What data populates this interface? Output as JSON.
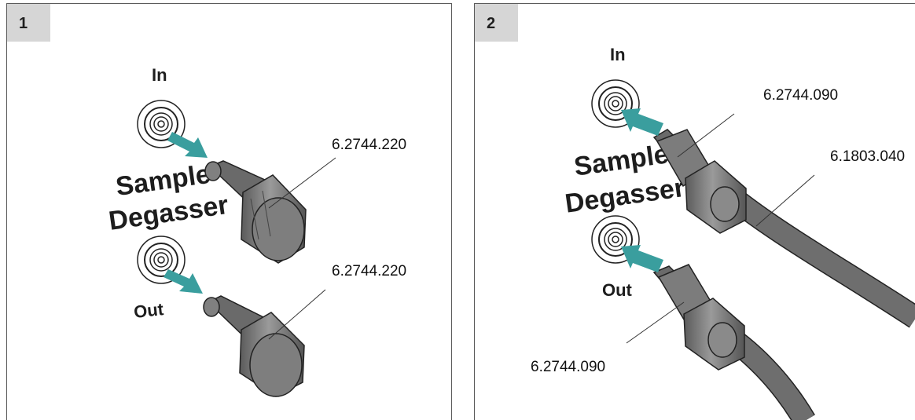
{
  "panels": [
    {
      "step": "1",
      "port_in_label": "In",
      "port_out_label": "Out",
      "device_label_line1": "Sample",
      "device_label_line2": "Degasser",
      "callouts": [
        "6.2744.220",
        "6.2744.220"
      ]
    },
    {
      "step": "2",
      "port_in_label": "In",
      "port_out_label": "Out",
      "device_label_line1": "Sample",
      "device_label_line2": "Degasser",
      "callouts": [
        "6.2744.090",
        "6.1803.040",
        "6.2744.090"
      ]
    }
  ],
  "colors": {
    "arrow": "#3a9e9e",
    "plug_body": "#7a7a7a",
    "tubing": "#6e6e6e",
    "badge_bg": "#d6d6d6"
  },
  "icons": [
    "port-connector-icon",
    "arrow-icon",
    "stopper-plug-icon",
    "pressure-screw-icon",
    "capillary-tube-icon"
  ]
}
